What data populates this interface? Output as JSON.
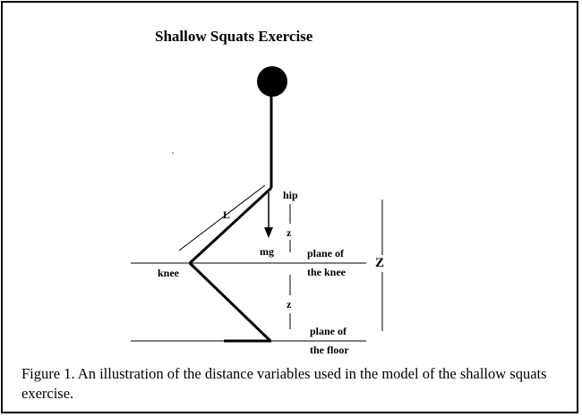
{
  "title": "Shallow Squats Exercise",
  "labels": {
    "hip": "hip",
    "L": "L",
    "z_upper": "z",
    "mg": "mg",
    "knee": "knee",
    "plane_knee_1": "plane of",
    "plane_knee_2": "the knee",
    "Z": "Z",
    "z_lower": "z",
    "plane_floor_1": "plane of",
    "plane_floor_2": "the floor"
  },
  "caption": "Figure 1.  An illustration of the distance variables used in the model of the shallow squats exercise."
}
